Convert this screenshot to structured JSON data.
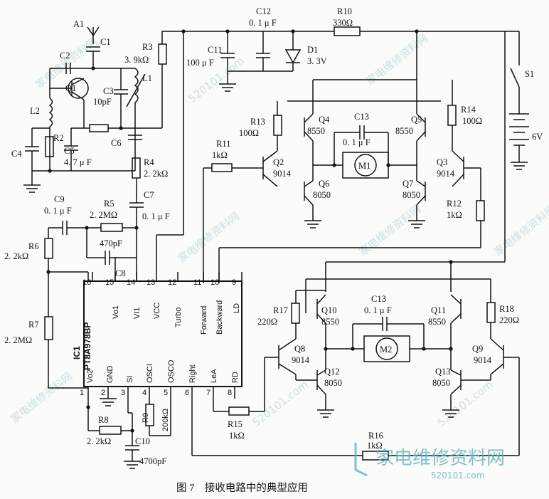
{
  "caption": "图 7　接收电路中的典型应用",
  "watermark": {
    "brand": "家电维修资料网",
    "url": "520101.com",
    "color": "#5fb3c7"
  },
  "ic": {
    "ref": "IC1",
    "part": "PT8A978BP",
    "pins_top": [
      "Vo1",
      "VI1",
      "VCC",
      "Turbo",
      "Forward",
      "Backward",
      "LD"
    ],
    "pins_bottom": [
      "Vo2",
      "GND",
      "SI",
      "OSCI",
      "OSCO",
      "Right",
      "LeA",
      "RD"
    ],
    "pin_numbers_top": [
      "16",
      "15",
      "14",
      "13",
      "12",
      "11",
      "10",
      "9"
    ],
    "pin_numbers_bottom": [
      "1",
      "2",
      "3",
      "4",
      "5",
      "6",
      "7",
      "8"
    ]
  },
  "components": {
    "A1": "A1",
    "C1": "C1",
    "C2": "C2",
    "Q1": "Q1",
    "L2": "L2",
    "R2": "R2",
    "C4": "C4",
    "C5": "C5",
    "C5v": "4. 7 μ F",
    "C3": "C3",
    "C3v": "10pF",
    "L1": "L1",
    "R3": "R3",
    "R3v": "3. 9kΩ",
    "C6": "C6",
    "R4": "R4",
    "R4v": "2. 2kΩ",
    "C7": "C7",
    "C7v": "0. 1 μ F",
    "C11": "C11",
    "C11v": "100 μ F",
    "C12": "C12",
    "C12v": "0. 1 μ F",
    "D1": "D1",
    "D1v": "3. 3V",
    "R10": "R10",
    "R10v": "330Ω",
    "S1": "S1",
    "BAT": "6V",
    "R13": "R13",
    "R13v": "100Ω",
    "R14": "R14",
    "R14v": "100Ω",
    "Q4": "Q4",
    "Q4v": "8550",
    "Q5": "Q5",
    "Q5v": "8550",
    "C13": "C13",
    "C13v": "0. 1 μ F",
    "M1": "M1",
    "R11": "R11",
    "R11v": "1kΩ",
    "Q2": "Q2",
    "Q2v": "9014",
    "Q3": "Q3",
    "Q3v": "9014",
    "Q6": "Q6",
    "Q6v": "8050",
    "Q7": "Q7",
    "Q7v": "8050",
    "R12": "R12",
    "R12v": "1kΩ",
    "C9": "C9",
    "C9v": "0. 1 μ F",
    "R5": "R5",
    "R5v": "2. 2MΩ",
    "C8": "C8",
    "C8v": "470pF",
    "R6": "R6",
    "R6v": "2. 2kΩ",
    "R7": "R7",
    "R7v": "2. 2MΩ",
    "R8": "R8",
    "R8v": "2. 2kΩ",
    "R9": "R9",
    "R9v": "200kΩ",
    "C10": "C10",
    "C10v": "4700pF",
    "R15": "R15",
    "R15v": "1kΩ",
    "R16": "R16",
    "R16v": "1kΩ",
    "R17": "R17",
    "R17v": "220Ω",
    "R18": "R18",
    "R18v": "220Ω",
    "Q8": "Q8",
    "Q8v": "9014",
    "Q9": "Q9",
    "Q9v": "9014",
    "Q10": "Q10",
    "Q10v": "8550",
    "Q11": "Q11",
    "Q11v": "8550",
    "Q12": "Q12",
    "Q12v": "8050",
    "Q13": "Q13",
    "Q13v": "8050",
    "C13b": "C13",
    "C13bv": "0. 1 μ F",
    "M2": "M2"
  }
}
